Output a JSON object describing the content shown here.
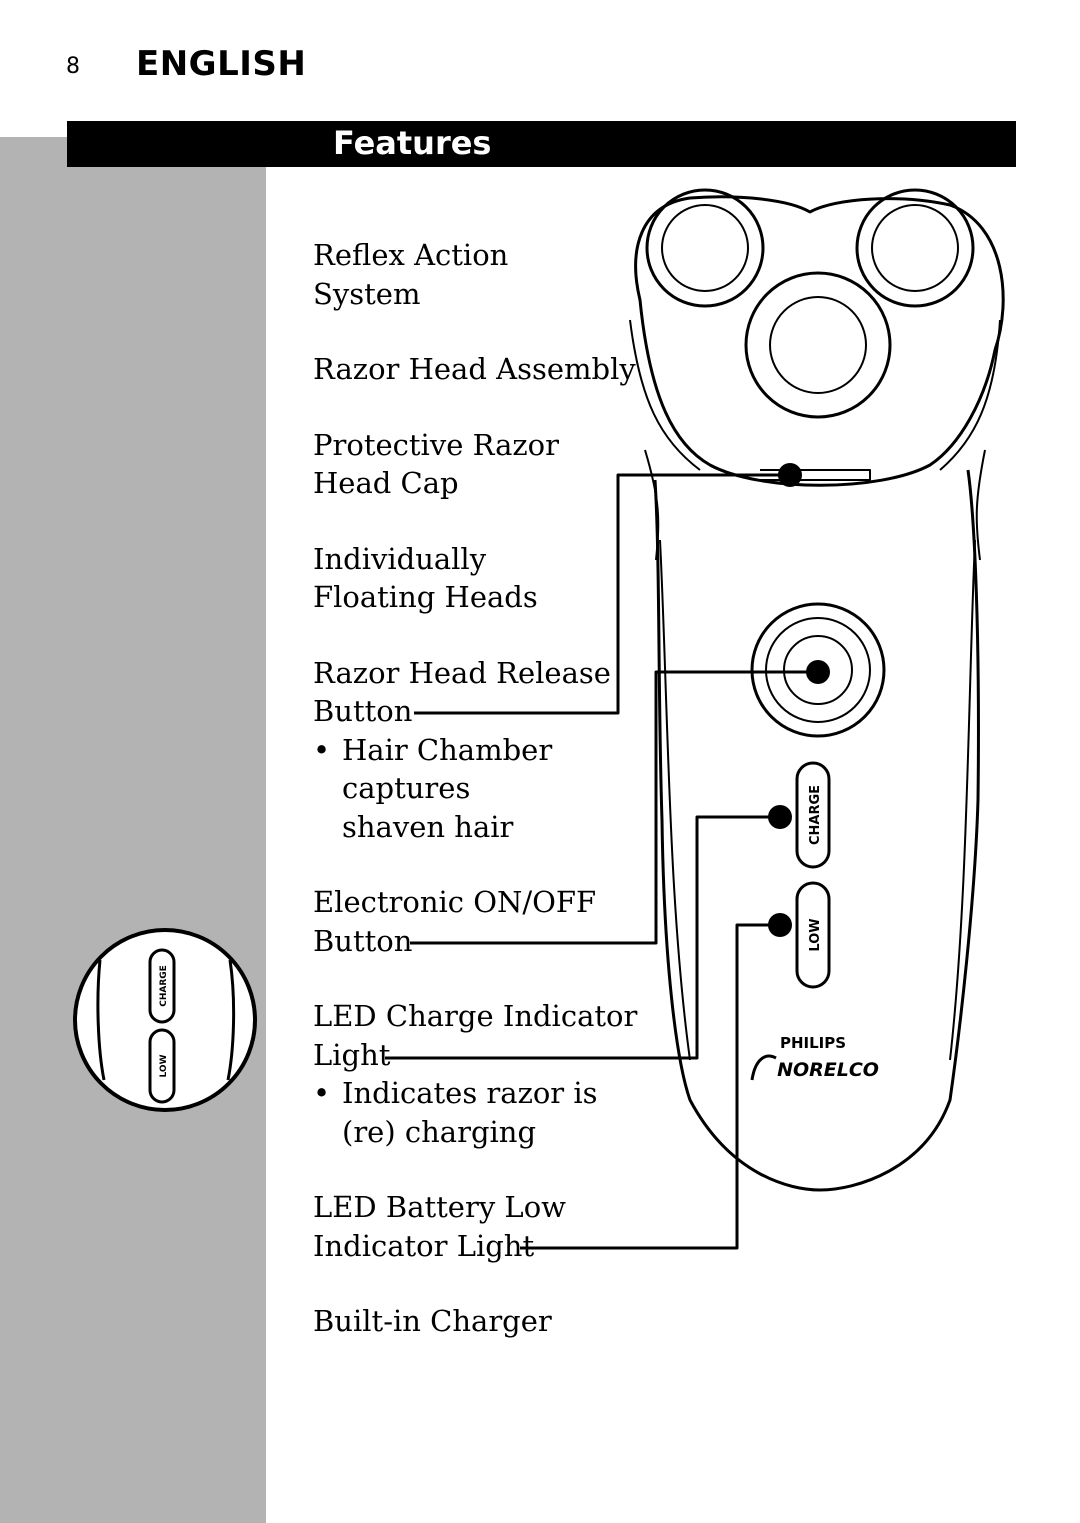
{
  "header": {
    "page_number": "8",
    "section": "ENGLISH"
  },
  "title_bar": {
    "title": "Features"
  },
  "features": [
    {
      "lines": [
        "Reflex Action",
        "System"
      ]
    },
    {
      "lines": [
        "Razor Head Assembly"
      ]
    },
    {
      "lines": [
        "Protective Razor",
        "Head Cap"
      ]
    },
    {
      "lines": [
        "Individually",
        "Floating Heads"
      ]
    },
    {
      "lines": [
        "Razor Head Release",
        "Button"
      ],
      "bullet": [
        "Hair Chamber",
        "captures",
        "shaven hair"
      ]
    },
    {
      "lines": [
        "Electronic ON/OFF",
        "Button"
      ]
    },
    {
      "lines": [
        "LED Charge Indicator",
        "Light"
      ],
      "bullet": [
        "Indicates razor is",
        "(re) charging"
      ]
    },
    {
      "lines": [
        "LED Battery Low",
        "Indicator Light"
      ]
    },
    {
      "lines": [
        "Built-in Charger"
      ]
    }
  ],
  "bullet_symbol": "•",
  "device": {
    "brand_top": "PHILIPS",
    "brand_bottom": "NORELCO",
    "charge_label": "CHARGE",
    "low_label": "LOW"
  },
  "inset": {
    "charge_label": "CHARGE",
    "low_label": "LOW"
  },
  "colors": {
    "sidebar_gray": "#b3b3b3",
    "title_bar": "#000000",
    "title_text": "#ffffff"
  }
}
